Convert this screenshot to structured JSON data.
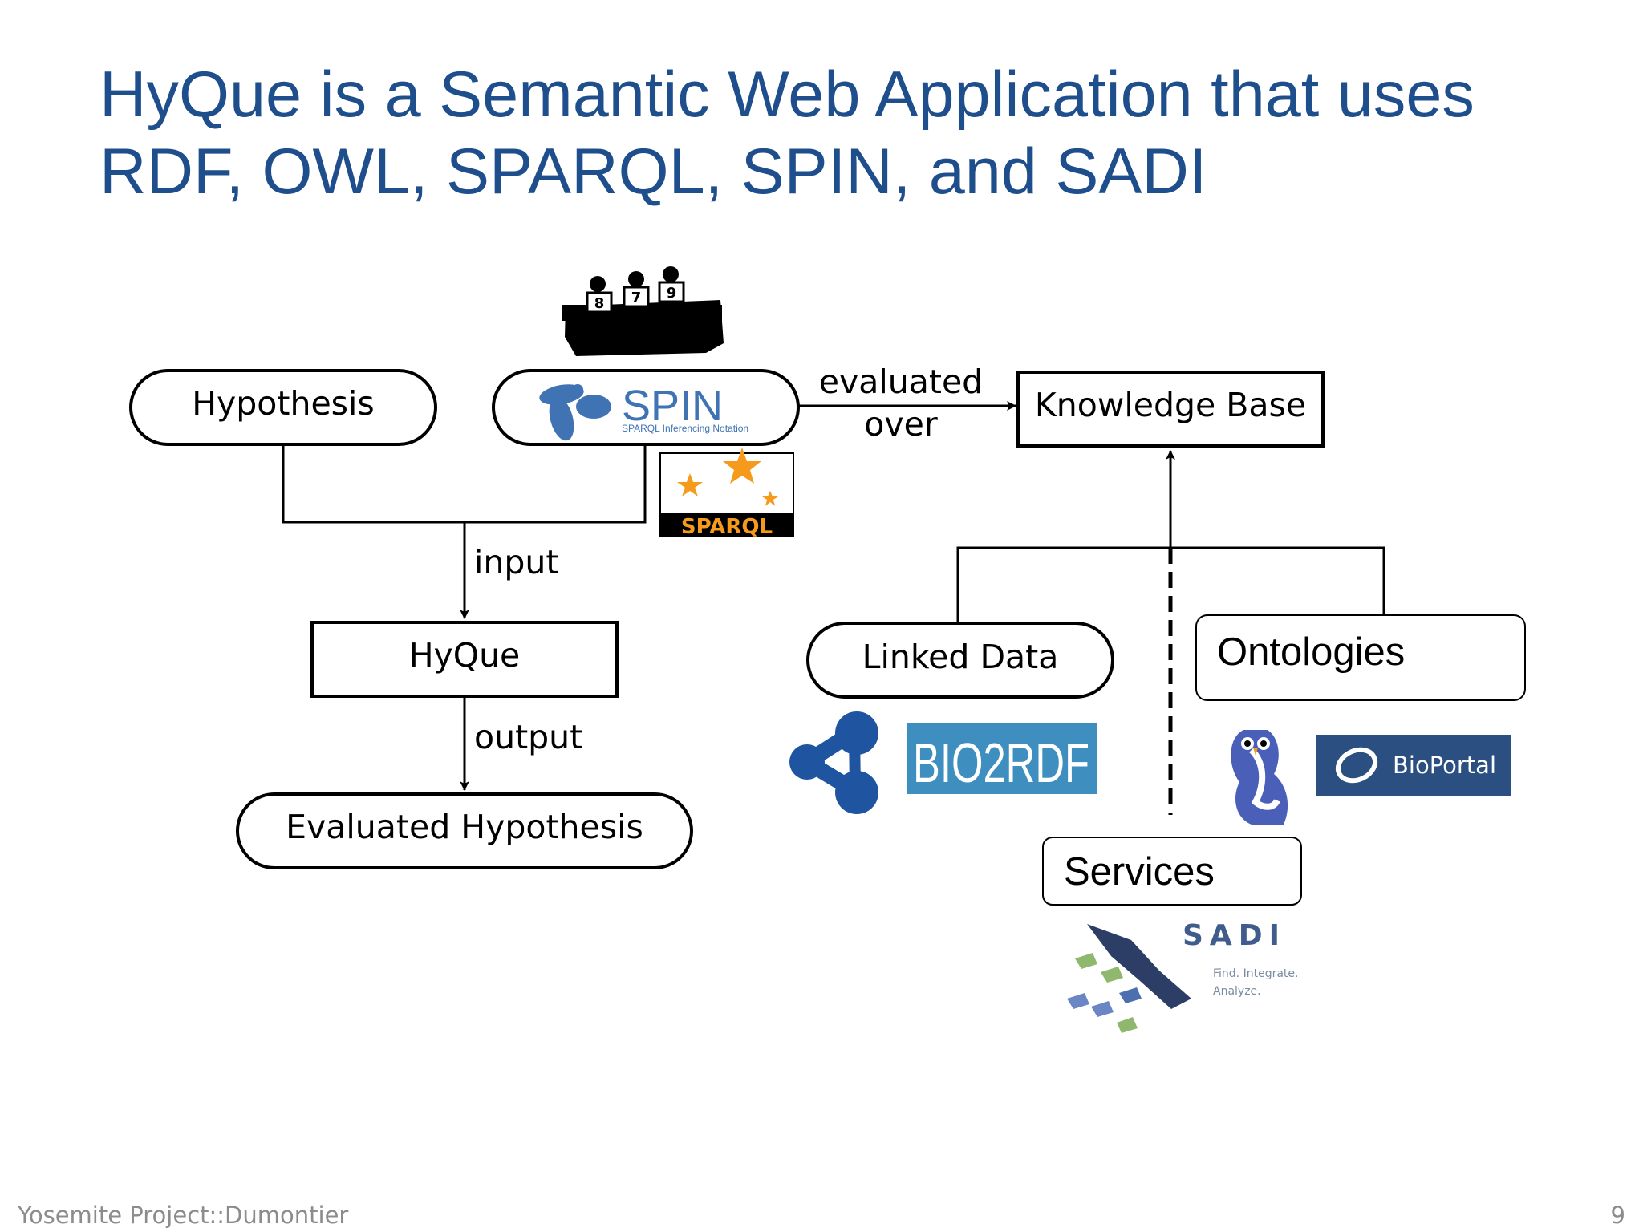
{
  "slide": {
    "title_line1": "HyQue is a Semantic Web Application that uses",
    "title_line2": "RDF, OWL, SPARQL, SPIN, and SADI",
    "footer_left": "Yosemite Project::Dumontier",
    "page_number": "9"
  },
  "diagram": {
    "hypothesis": "Hypothesis",
    "spin_logo": "SPIN",
    "spin_tagline": "SPARQL Inferencing Notation",
    "sparql_logo": "SPARQL",
    "edge_evaluated": "evaluated",
    "edge_over": "over",
    "knowledge_base": "Knowledge Base",
    "edge_input": "input",
    "hyque": "HyQue",
    "edge_output": "output",
    "evaluated_hypothesis": "Evaluated Hypothesis",
    "linked_data": "Linked Data",
    "ontologies": "Ontologies",
    "services": "Services",
    "bio2rdf_logo": "BIO2RDF",
    "bioportal_logo": "BioPortal",
    "sadi_logo": "SADI",
    "sadi_tagline1": "Find. Integrate.",
    "sadi_tagline2": "Analyze."
  },
  "judges_scores": [
    "8",
    "7",
    "9"
  ],
  "colors": {
    "title": "#1f4e8c",
    "footer": "#8c8c8c",
    "spin_blue": "#3f73b3",
    "sparql_orange": "#f59a1b",
    "bio2rdf_bg": "#3e8fbf",
    "bioportal_bg": "#2b4f80",
    "linked_data_blue": "#1f55a0",
    "owl_blue": "#4a5fb8"
  }
}
